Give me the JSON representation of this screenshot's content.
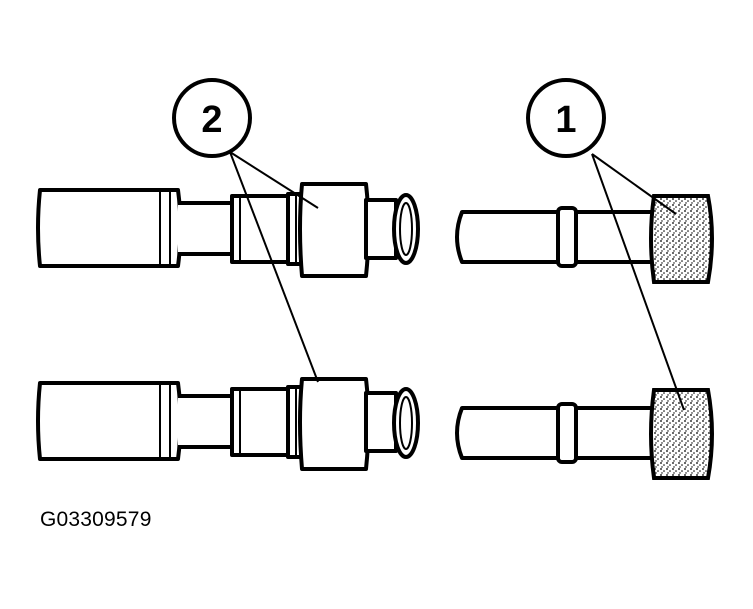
{
  "figure": {
    "id_text": "G03309579",
    "callouts": [
      {
        "number": "1"
      },
      {
        "number": "2"
      }
    ]
  }
}
